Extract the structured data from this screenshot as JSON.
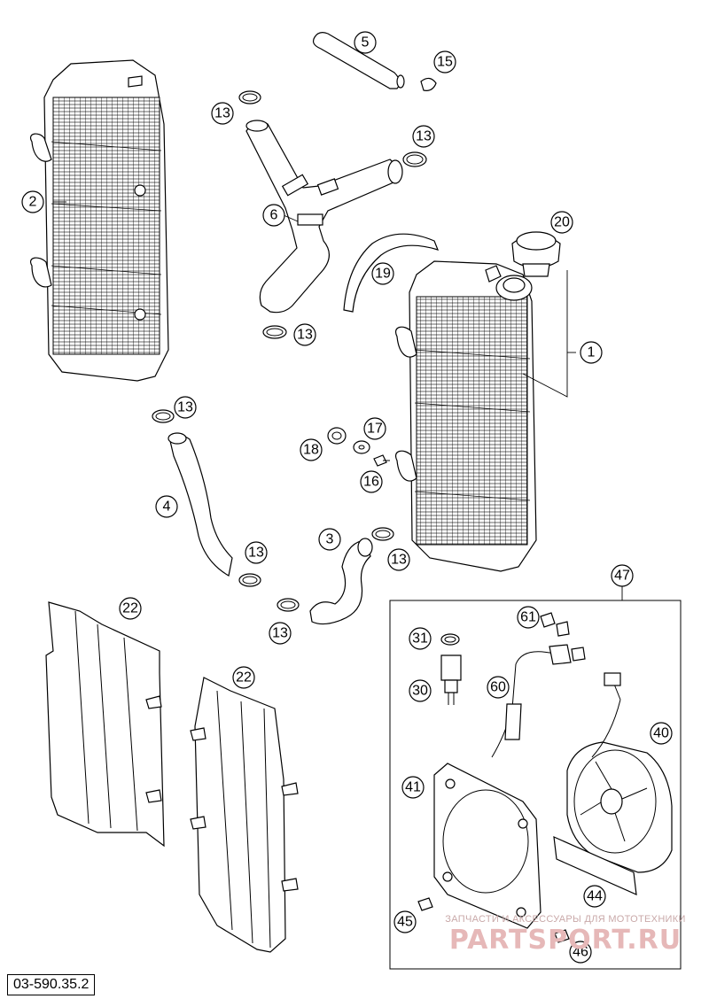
{
  "diagram": {
    "reference_code": "03-590.35.2",
    "callouts": {
      "c1": "1",
      "c2": "2",
      "c3": "3",
      "c4": "4",
      "c5": "5",
      "c6": "6",
      "c13a": "13",
      "c13b": "13",
      "c13c": "13",
      "c13d": "13",
      "c13e": "13",
      "c13f": "13",
      "c13g": "13",
      "c15": "15",
      "c16": "16",
      "c17": "17",
      "c18": "18",
      "c19": "19",
      "c20": "20",
      "c22a": "22",
      "c22b": "22",
      "c30": "30",
      "c31": "31",
      "c40": "40",
      "c41": "41",
      "c44": "44",
      "c45": "45",
      "c46": "46",
      "c47": "47",
      "c60": "60",
      "c61": "61"
    }
  },
  "watermark": {
    "tagline": "ЗАПЧАСТИ И АКСЕССУАРЫ ДЛЯ МОТОТЕХНИКИ",
    "logo": "PARTSPORT.RU"
  }
}
